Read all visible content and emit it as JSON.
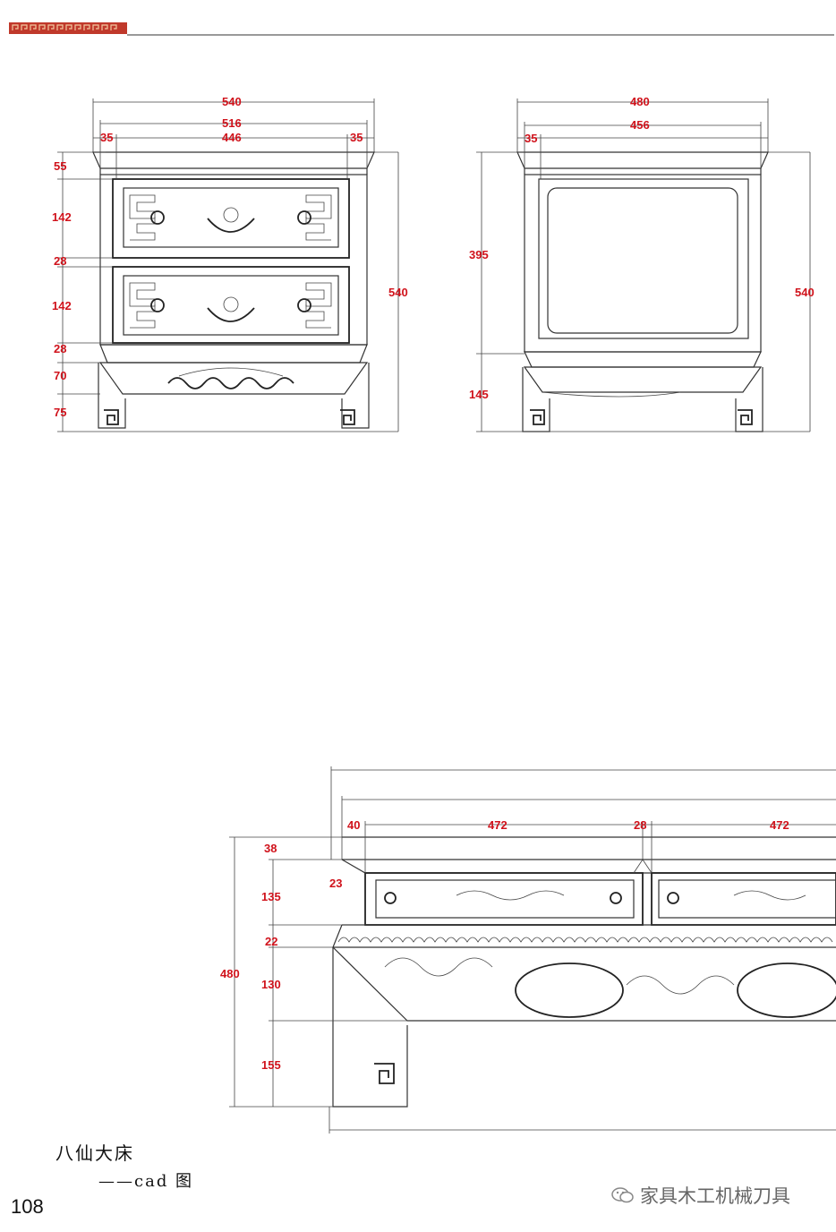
{
  "caption": {
    "title": "八仙大床",
    "subtitle": "——cad 图"
  },
  "page_number": "108",
  "watermark": "家具木工机械刀具",
  "front_view": {
    "widths": [
      "540",
      "516",
      "446",
      "35",
      "35"
    ],
    "heights": [
      "55",
      "142",
      "28",
      "142",
      "28",
      "70",
      "75"
    ],
    "overall_height": "540"
  },
  "side_view": {
    "widths": [
      "480",
      "456",
      "35"
    ],
    "heights": [
      "395",
      "145"
    ],
    "overall_height": "540"
  },
  "bed_view": {
    "widths": [
      "40",
      "472",
      "28",
      "472"
    ],
    "heights": [
      "38",
      "135",
      "22",
      "130",
      "155"
    ],
    "overall_height": "480",
    "left_offset": "23"
  },
  "colors": {
    "dimension_text": "#d0121b",
    "header_band": "#c0392b",
    "line": "#333333"
  }
}
